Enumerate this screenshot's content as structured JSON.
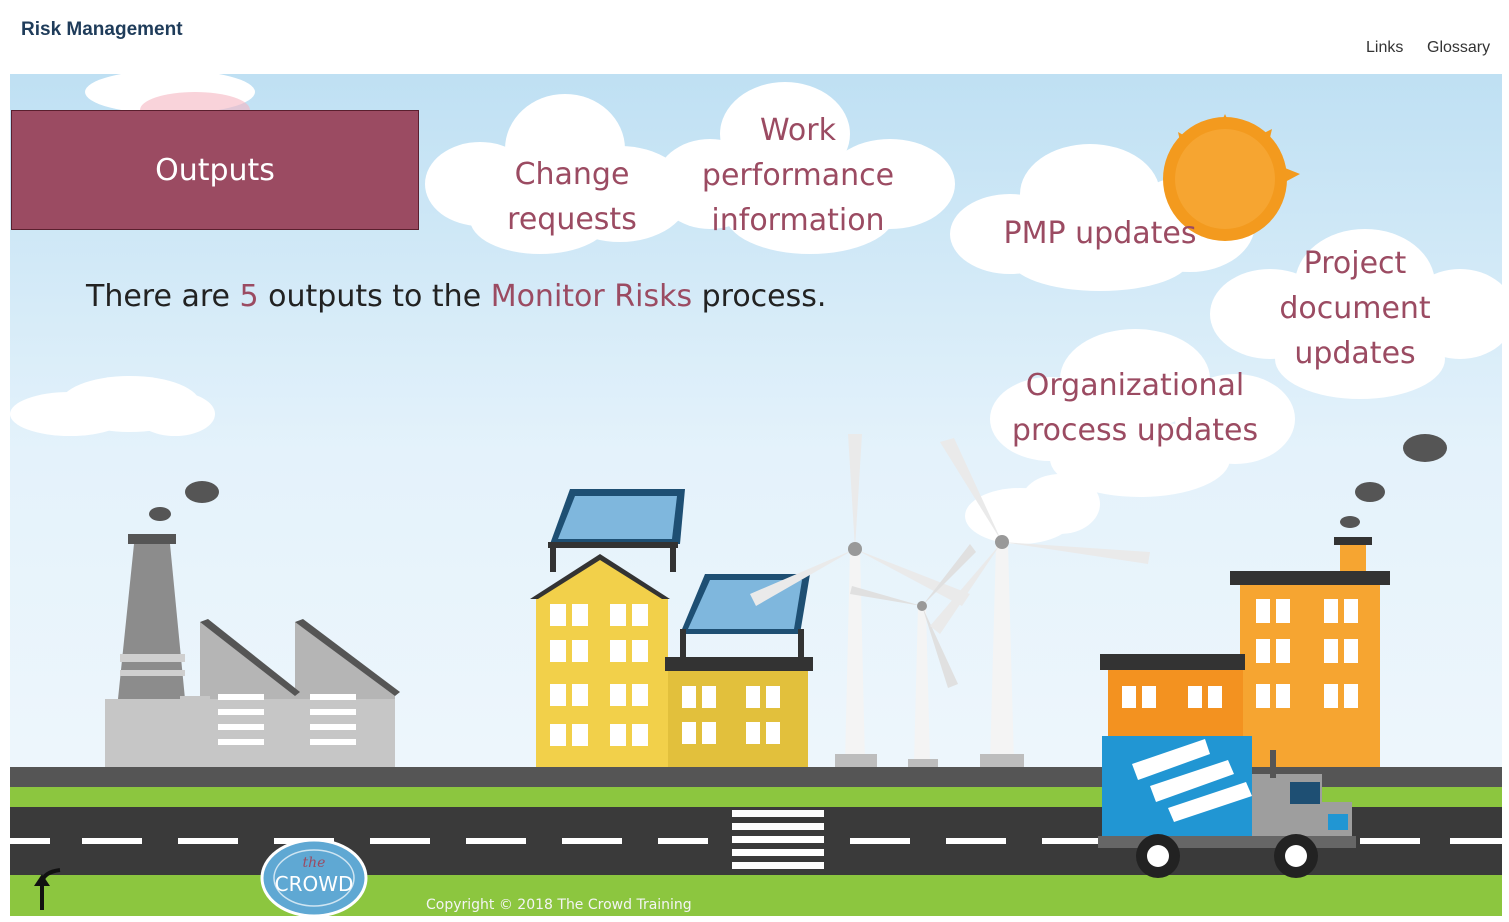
{
  "header": {
    "title": "Risk Management",
    "links": [
      {
        "label": "Links"
      },
      {
        "label": "Glossary"
      }
    ]
  },
  "slide": {
    "outputs_label": "Outputs",
    "intro": {
      "prefix": "There are ",
      "count": "5",
      "middle": " outputs to the ",
      "process": "Monitor Risks",
      "suffix": " process."
    },
    "outputs": [
      {
        "lines": [
          "Change",
          "requests"
        ]
      },
      {
        "lines": [
          "Work",
          "performance",
          "information"
        ]
      },
      {
        "lines": [
          "PMP updates"
        ]
      },
      {
        "lines": [
          "Project",
          "document",
          "updates"
        ]
      },
      {
        "lines": [
          "Organizational",
          "process updates"
        ]
      }
    ],
    "logo_text": "CROWD",
    "logo_small": "the",
    "copyright": "Copyright © 2018 The Crowd Training"
  },
  "icons": [
    "back-arrow-icon",
    "crowd-logo-icon",
    "sun-icon"
  ],
  "colors": {
    "accent": "#9b4b62",
    "sky": "#cfe8f6",
    "grass": "#8cc63f",
    "road": "#3a3a3a"
  }
}
